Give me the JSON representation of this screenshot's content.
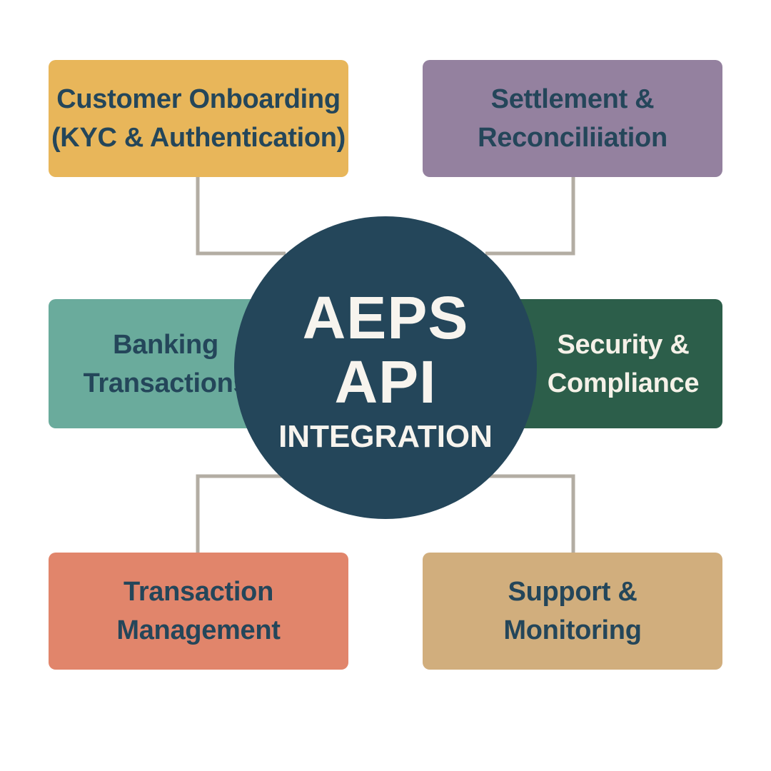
{
  "center": {
    "line1": "AEPS",
    "line2": "API",
    "line3": "INTEGRATION",
    "color": "#24465a",
    "text_color": "#f7f4ee"
  },
  "boxes": {
    "onboarding": {
      "line1": "Customer Onboarding",
      "line2": "(KYC & Authentication)",
      "color": "#e8b65a",
      "text_color": "#24465a"
    },
    "settlement": {
      "line1": "Settlement &",
      "line2": "Reconciliiation",
      "color": "#94819f",
      "text_color": "#24465a"
    },
    "banking": {
      "line1": "Banking",
      "line2": "Transactions",
      "color": "#6aab9c",
      "text_color": "#24465a"
    },
    "security": {
      "line1": "Security &",
      "line2": "Compliance",
      "color": "#2c5e4a",
      "text_color": "#f5f1e8"
    },
    "transaction": {
      "line1": "Transaction",
      "line2": "Management",
      "color": "#e1856b",
      "text_color": "#24465a"
    },
    "support": {
      "line1": "Support &",
      "line2": "Monitoring",
      "color": "#d1ae7d",
      "text_color": "#24465a"
    }
  },
  "connector_color": "#b3ada3"
}
